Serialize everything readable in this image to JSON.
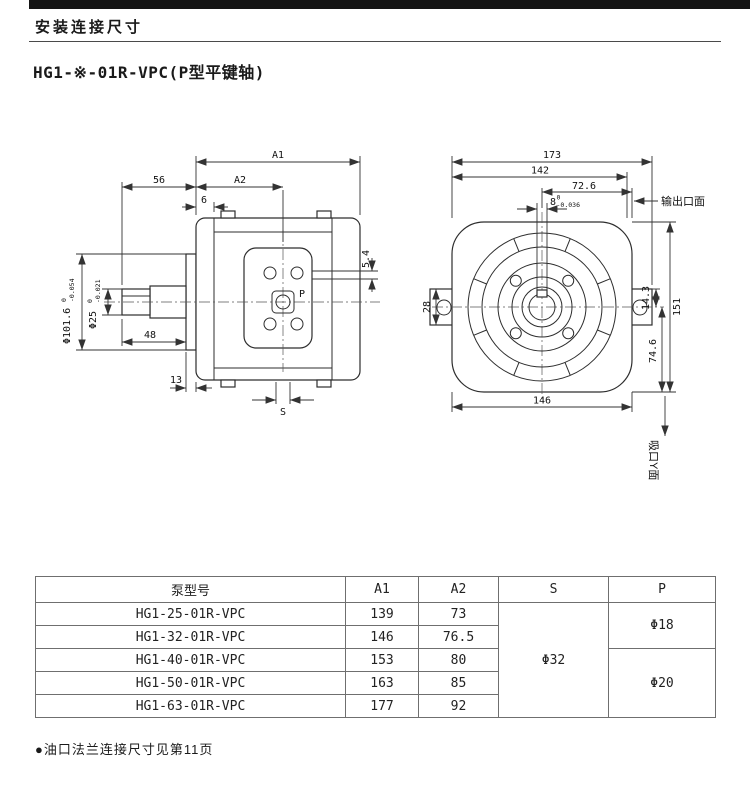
{
  "header": {
    "title": "安装连接尺寸",
    "model_heading": "HG1-※-01R-VPC(P型平键轴)"
  },
  "left_view": {
    "a1": "A1",
    "d56": "56",
    "a2": "A2",
    "d6": "6",
    "d5_4": "5.4",
    "p": "P",
    "phi101_base": "Φ101.6",
    "phi101_tol_up": "0",
    "phi101_tol_dn": "-0.054",
    "phi25_base": "Φ25",
    "phi25_tol_up": "0",
    "phi25_tol_dn": "-0.021",
    "d48": "48",
    "d13": "13",
    "s": "S"
  },
  "right_view": {
    "d173": "173",
    "d142": "142",
    "d72_6": "72.6",
    "d8": "8",
    "d8_tol_up": "0",
    "d8_tol_dn": "-0.036",
    "outlet_label": "输出口面",
    "d28": "28",
    "d151": "151",
    "d14_3": "14.3",
    "d74_6": "74.6",
    "d146": "146",
    "inlet_label": "吸口Y面"
  },
  "table": {
    "headers": [
      "泵型号",
      "A1",
      "A2",
      "S",
      "P"
    ],
    "rows": [
      {
        "model": "HG1-25-01R-VPC",
        "a1": "139",
        "a2": "73"
      },
      {
        "model": "HG1-32-01R-VPC",
        "a1": "146",
        "a2": "76.5"
      },
      {
        "model": "HG1-40-01R-VPC",
        "a1": "153",
        "a2": "80"
      },
      {
        "model": "HG1-50-01R-VPC",
        "a1": "163",
        "a2": "85"
      },
      {
        "model": "HG1-63-01R-VPC",
        "a1": "177",
        "a2": "92"
      }
    ],
    "s_value": "Φ32",
    "p_values": [
      {
        "value": "Φ18",
        "rows": "1-2"
      },
      {
        "value": "Φ20",
        "rows": "3-5"
      }
    ]
  },
  "footnote": "●油口法兰连接尺寸见第11页"
}
